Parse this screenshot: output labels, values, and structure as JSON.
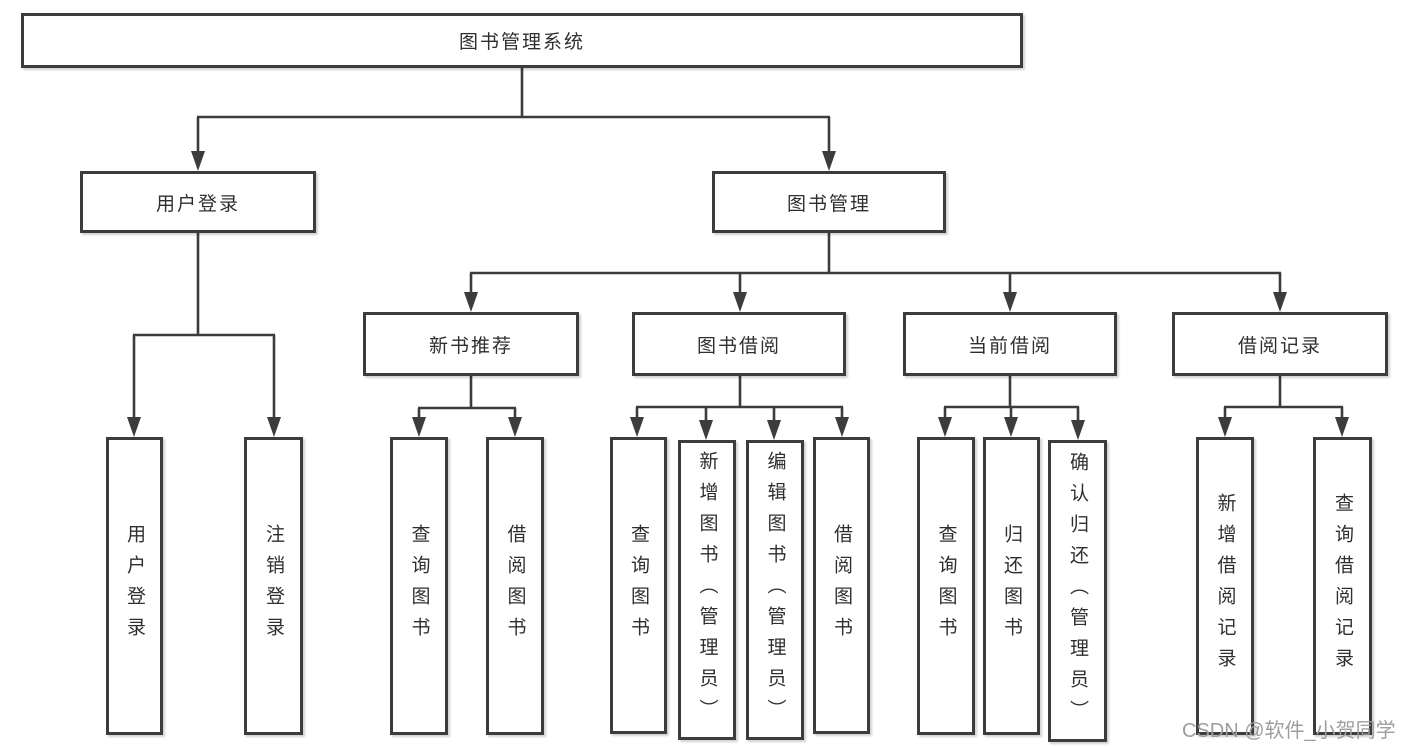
{
  "tree": {
    "root": "图书管理系统",
    "level2": [
      {
        "label": "用户登录",
        "leaves": [
          "用户登录",
          "注销登录"
        ]
      },
      {
        "label": "图书管理",
        "groups": [
          {
            "label": "新书推荐",
            "leaves": [
              "查询图书",
              "借阅图书"
            ]
          },
          {
            "label": "图书借阅",
            "leaves": [
              "查询图书",
              "新增图书（管理员）",
              "编辑图书（管理员）",
              "借阅图书"
            ]
          },
          {
            "label": "当前借阅",
            "leaves": [
              "查询图书",
              "归还图书",
              "确认归还（管理员）"
            ]
          },
          {
            "label": "借阅记录",
            "leaves": [
              "新增借阅记录",
              "查询借阅记录"
            ]
          }
        ]
      }
    ]
  },
  "watermark": "CSDN @软件_小贺同学",
  "colors": {
    "line": "#3c3c3c",
    "text": "#2f2f2f",
    "box_bg": "#ffffff",
    "watermark": "#9e9e9e"
  }
}
